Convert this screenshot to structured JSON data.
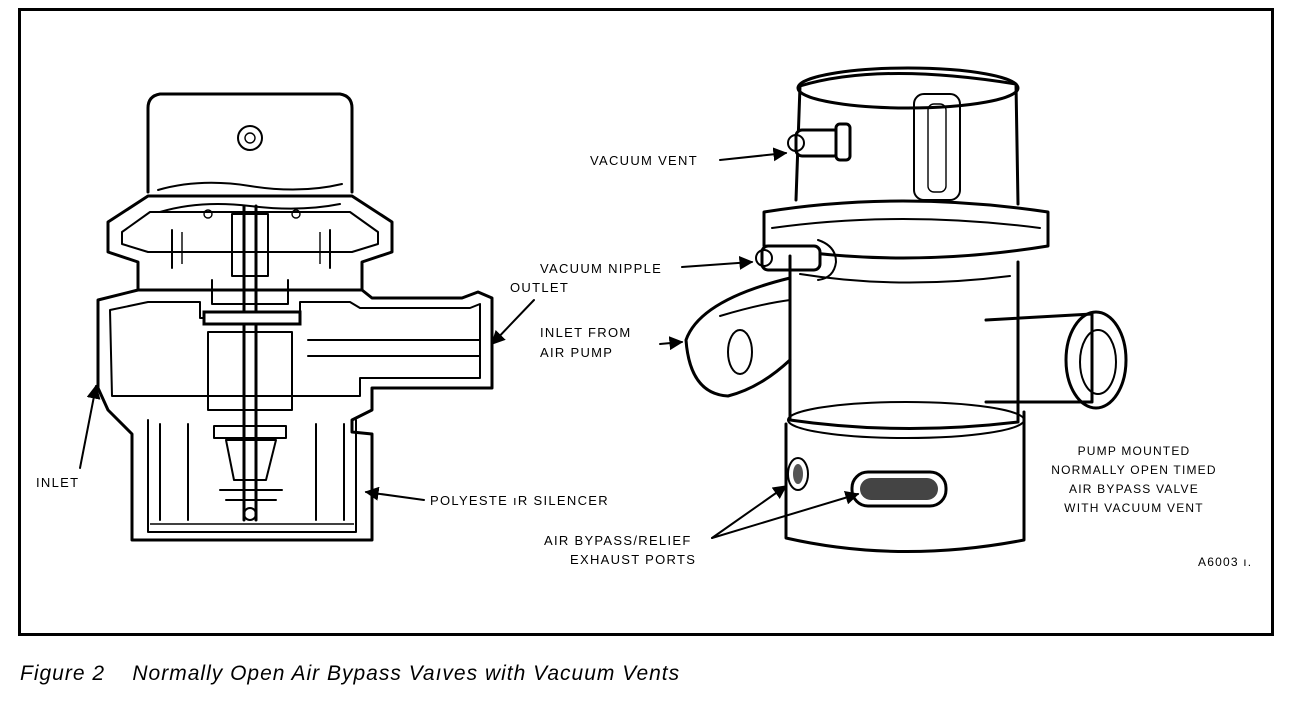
{
  "figure": {
    "caption_number": "Figure 2",
    "caption_title": "Normally Open Air Bypass Vaıves with Vacuum Vents",
    "drawing_code": "A6003 ı."
  },
  "left_view": {
    "labels": {
      "outlet": "OUTLET",
      "inlet": "INLET",
      "silencer": "POLYESTE ıR SILENCER"
    }
  },
  "right_view": {
    "labels": {
      "vacuum_vent": "VACUUM VENT",
      "vacuum_nipple": "VACUUM NIPPLE",
      "inlet_from_pump_line1": "INLET FROM",
      "inlet_from_pump_line2": "AIR PUMP",
      "exhaust_ports_line1": "AIR BYPASS/RELIEF",
      "exhaust_ports_line2": "EXHAUST PORTS",
      "description_line1": "PUMP MOUNTED",
      "description_line2": "NORMALLY OPEN TIMED",
      "description_line3": "AIR BYPASS VALVE",
      "description_line4": "WITH VACUUM VENT"
    }
  }
}
